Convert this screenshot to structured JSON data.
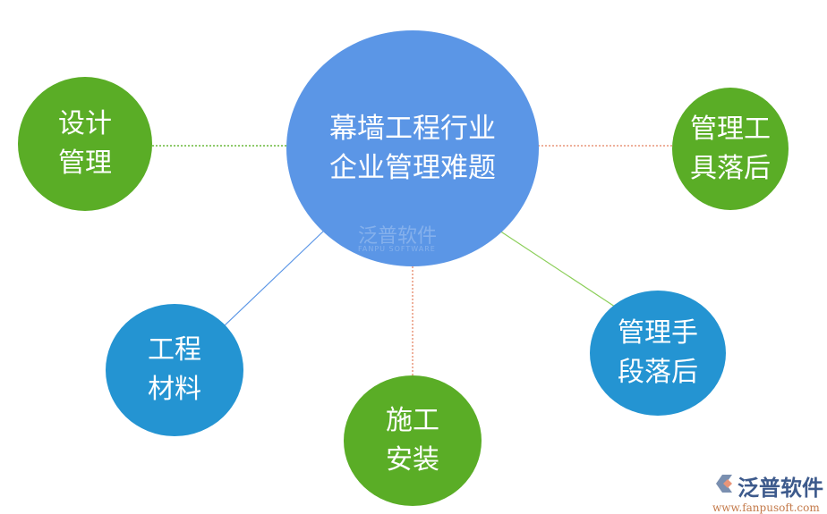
{
  "center": {
    "lines": [
      "幕墙工程行业",
      "企业管理难题"
    ],
    "color": "#5b96e6"
  },
  "nodes": [
    {
      "lines": [
        "设计",
        "管理"
      ],
      "color": "#5aad26"
    },
    {
      "lines": [
        "管理工",
        "具落后"
      ],
      "color": "#5aad26"
    },
    {
      "lines": [
        "工程",
        "材料"
      ],
      "color": "#2494d2"
    },
    {
      "lines": [
        "施工",
        "安装"
      ],
      "color": "#5aad26"
    },
    {
      "lines": [
        "管理手",
        "段落后"
      ],
      "color": "#2494d2"
    }
  ],
  "watermark": {
    "name": "泛普软件",
    "sub": "FANPU SOFTWARE"
  },
  "logo": {
    "name": "泛普软件",
    "url": "www.fanpusoft.com"
  }
}
